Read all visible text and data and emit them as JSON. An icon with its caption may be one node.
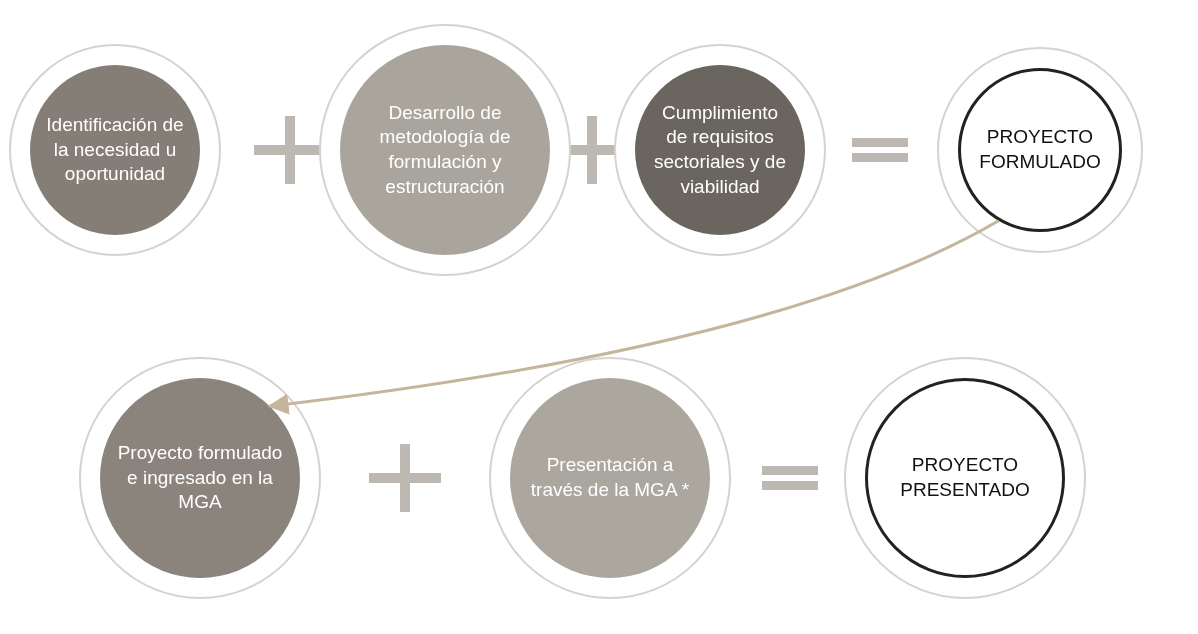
{
  "diagram": {
    "nodes": [
      {
        "text": [
          "Identificación de la necesidad u oportunidad"
        ]
      },
      {
        "text": [
          "Desarrollo de metodología de formulación y estructuración"
        ]
      },
      {
        "text": [
          "Cumplimiento de requisitos sectoriales y de viabilidad"
        ]
      },
      {
        "text": [
          "PROYECTO FORMULADO"
        ]
      },
      {
        "text": [
          "Proyecto formulado e ingresado en la MGA"
        ]
      },
      {
        "text": [
          "Presentación a través de la MGA *"
        ]
      },
      {
        "text": [
          "PROYECTO PRESENTADO"
        ]
      }
    ],
    "edges": [
      {
        "from": 3,
        "to": 4,
        "arrow": "to"
      }
    ]
  }
}
